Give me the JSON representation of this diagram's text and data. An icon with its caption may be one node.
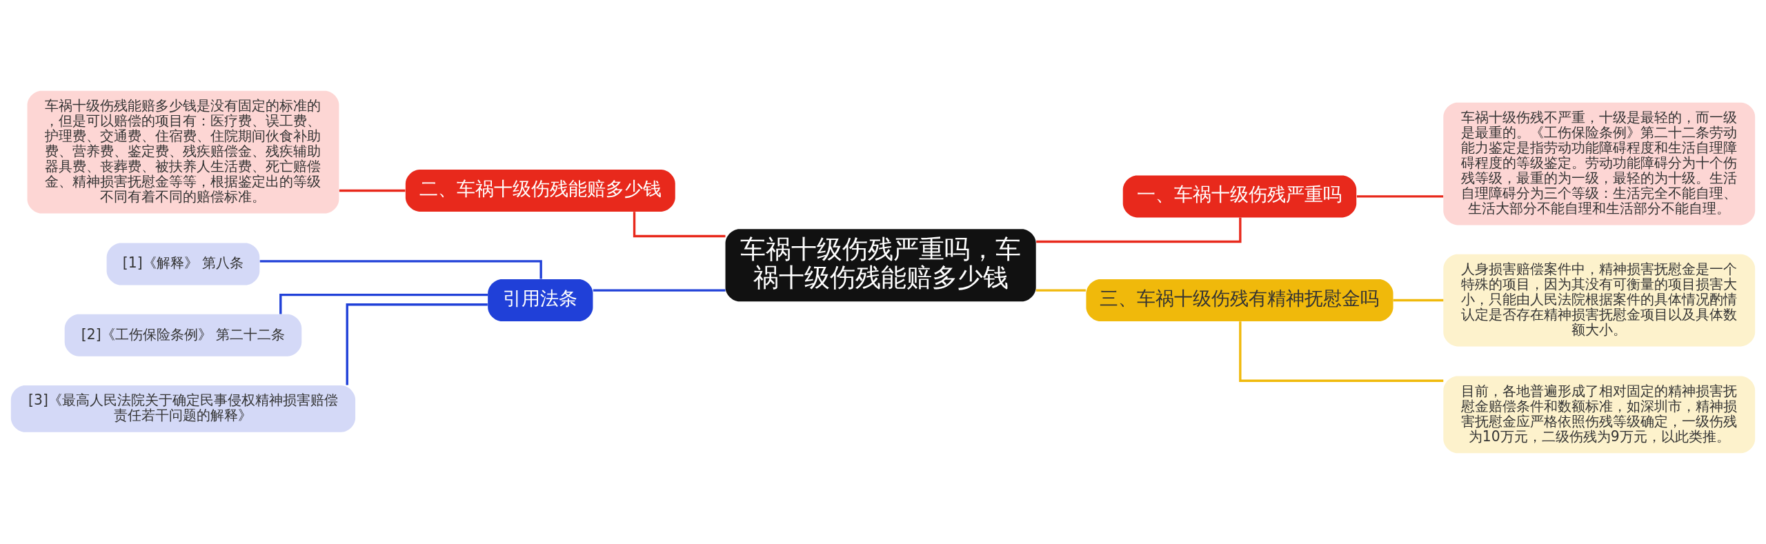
{
  "diagram": {
    "nodes": [
      {
        "text": [
          "车祸十级伤残严重吗，车祸十级伤残能赔多少钱"
        ]
      },
      {
        "text": [
          "一、车祸十级伤残严重吗"
        ]
      },
      {
        "text": [
          "车祸十级伤残不严重，十级是最轻的，而一级是最重的。《工伤保险条例》第二十二条劳动能力鉴定是指劳动功能障碍程度和生活自理障碍程度的等级鉴定。劳动功能障碍分为十个伤残等级，最重的为一级，最轻的为十级。生活自理障碍分为三个等级：生活完全不能自理、生活大部分不能自理和生活部分不能自理。"
        ]
      },
      {
        "text": [
          "三、车祸十级伤残有精神抚慰金吗"
        ]
      },
      {
        "text": [
          "人身损害赔偿案件中，精神损害抚慰金是一个特殊的项目，因为其没有可衡量的项目损害大小，只能由人民法院根据案件的具体情况酌情认定是否存在精神损害抚慰金项目以及具体数额大小。"
        ]
      },
      {
        "text": [
          "目前，各地普遍形成了相对固定的精神损害抚慰金赔偿条件和数额标准，如深圳市，精神损害抚慰金应严格依照伤残等级确定，一级伤残为10万元，二级伤残为9万元，以此类推。"
        ]
      },
      {
        "text": [
          "二、车祸十级伤残能赔多少钱"
        ]
      },
      {
        "text": [
          "车祸十级伤残能赔多少钱是没有固定的标准的，但是可以赔偿的项目有：医疗费、误工费、护理费、交通费、住宿费、住院期间伙食补助费、营养费、鉴定费、残疾赔偿金、残疾辅助器具费、丧葬费、被扶养人生活费、死亡赔偿金、精神损害抚慰金等等，根据鉴定出的等级不同有着不同的赔偿标准。"
        ]
      },
      {
        "text": [
          "引用法条"
        ]
      },
      {
        "text": [
          "[1]《解释》 第八条"
        ]
      },
      {
        "text": [
          "[2]《工伤保险条例》 第二十二条"
        ]
      },
      {
        "text": [
          "[3]《最高人民法院关于确定民事侵权精神损害赔偿责任若干问题的解释》"
        ]
      }
    ],
    "edges": [
      {
        "from": 0,
        "to": 1,
        "arrow": "none",
        "color": "#e8291c"
      },
      {
        "from": 1,
        "to": 2,
        "arrow": "none",
        "color": "#e8291c"
      },
      {
        "from": 0,
        "to": 3,
        "arrow": "none",
        "color": "#f0b90b"
      },
      {
        "from": 3,
        "to": 4,
        "arrow": "none",
        "color": "#f0b90b"
      },
      {
        "from": 3,
        "to": 5,
        "arrow": "none",
        "color": "#f0b90b"
      },
      {
        "from": 6,
        "to": 0,
        "arrow": "none",
        "color": "#e8291c"
      },
      {
        "from": 7,
        "to": 6,
        "arrow": "none",
        "color": "#e8291c"
      },
      {
        "from": 8,
        "to": 0,
        "arrow": "none",
        "color": "#2040d8"
      },
      {
        "from": 9,
        "to": 8,
        "arrow": "none",
        "color": "#2040d8"
      },
      {
        "from": 10,
        "to": 8,
        "arrow": "none",
        "color": "#2040d8"
      },
      {
        "from": 11,
        "to": 8,
        "arrow": "none",
        "color": "#2040d8"
      }
    ]
  }
}
